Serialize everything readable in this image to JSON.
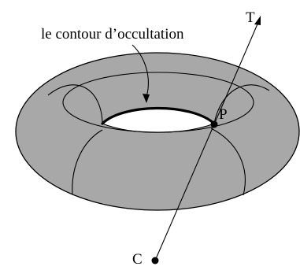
{
  "diagram": {
    "caption": "le contour d’occultation",
    "labels": {
      "tangent": "T",
      "point": "P",
      "center": "C"
    },
    "colors": {
      "torus_fill": "#a8a8a8",
      "hole_fill": "#ffffff",
      "stroke": "#000000",
      "background": "#ffffff"
    }
  }
}
